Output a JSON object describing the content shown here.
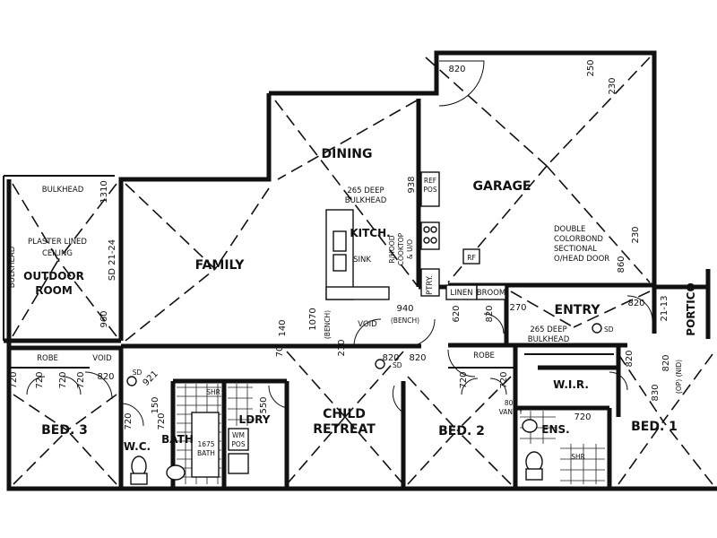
{
  "rooms": {
    "dining": "DINING",
    "garage": "GARAGE",
    "family": "FAMILY",
    "outdoor_room_1": "OUTDOOR",
    "outdoor_room_2": "ROOM",
    "kitchen": "KITCH.",
    "entry": "ENTRY",
    "portico": "PORTICO",
    "wir": "W.I.R.",
    "bed1": "BED. 1",
    "bed2": "BED. 2",
    "bed3": "BED. 3",
    "child_retreat_1": "CHILD",
    "child_retreat_2": "RETREAT",
    "wc": "W.C.",
    "bath": "BATH",
    "ldry": "LDRY",
    "ens": "ENS.",
    "linen": "LINEN",
    "broom": "BROOM",
    "ptry": "PTRY.",
    "robe_left": "ROBE",
    "robe_mid": "ROBE",
    "void_small": "VOID"
  },
  "notes": {
    "bulkhead_top": "BULKHEAD",
    "bulkhead_side": "BULKHEAD",
    "plaster_1": "PLASTER LINED",
    "plaster_2": "CEILING",
    "deep_bulkhead_1": "265 DEEP",
    "deep_bulkhead_2": "BULKHEAD",
    "entry_bulkhead_1": "265 DEEP",
    "entry_bulkhead_2": "BULKHEAD",
    "garage_door_1": "DOUBLE",
    "garage_door_2": "COLORBOND",
    "garage_door_3": "SECTIONAL",
    "garage_door_4": "O/HEAD DOOR",
    "ref_1": "REF",
    "ref_2": "POS",
    "rhood_1": "R/HOOD",
    "rhood_2": "COOKTOP",
    "rhood_3": "& U/O",
    "sink": "SINK",
    "rf": "RF",
    "void_hall": "VOID",
    "bench_1": "(BENCH)",
    "bench_2": "(BENCH)",
    "vanity_1": "800",
    "vanity_2": "VANITY",
    "bath_1675_1": "1675",
    "bath_1675_2": "BATH",
    "wm_1": "WM",
    "wm_2": "POS",
    "sd_1": "SD",
    "sd_2": "SD",
    "sd_3": "SD",
    "shr_bath": "SHR",
    "shr_ens": "SHR",
    "op_nid": "(OP) (NID)"
  },
  "dims": {
    "d820_garage": "820",
    "d250": "250",
    "d230_top": "230",
    "d938": "938",
    "d1310": "1310",
    "d21_24": "SD 21-24",
    "d960": "960",
    "d230_side": "230",
    "d860": "860",
    "d21_13": "21-13",
    "d820_portico": "820",
    "d620": "620",
    "d820_entry": "820",
    "d270": "270",
    "d940": "940",
    "d1070": "1070",
    "d140": "140",
    "d70": "70",
    "d210": "210",
    "d820_hall": "820",
    "d820_bed2": "820",
    "d820_bed3": "820",
    "d921": "921",
    "d720_a": "720",
    "d720_b": "720",
    "d720_c": "720",
    "d720_d": "720",
    "d720_e": "720",
    "d720_f": "720",
    "d720_g": "720",
    "d720_h": "720",
    "d720_i": "720",
    "d830": "830",
    "d820_bed1": "820",
    "d820_wir": "820",
    "d550": "550",
    "d150": "150"
  }
}
